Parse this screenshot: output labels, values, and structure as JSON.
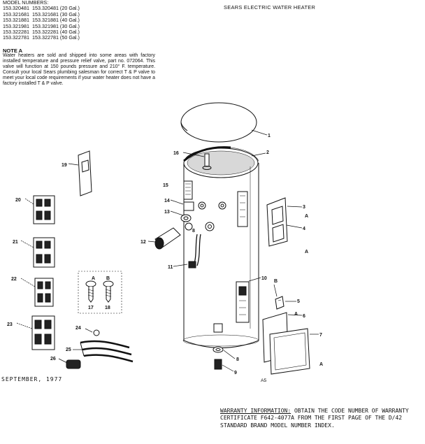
{
  "header": {
    "title": "SEARS ELECTRIC WATER HEATER"
  },
  "models": {
    "heading": "MODEL NUMBERS:",
    "rows": [
      "153.320481  153.320481 (20 Gal.)",
      "153.321681  153.321681 (30 Gal.)",
      "153.321881  153.321881 (40 Gal.)",
      "153.321981  153.321981 (30 Gal.)",
      "153.322281  153.322281 (40 Gal.)",
      "153.322781  153.322781 (50 Gal.)"
    ]
  },
  "note": {
    "title": "NOTE A",
    "body": "Water heaters are sold and shipped into some areas with factory installed temperature and pressure relief valve, part no. 072064. This valve will function at 150 pounds pressure and 210° F. temperature. Consult your local Sears plumbing salesman for correct T & P valve to meet your local code requirements if your water heater does not have a factory installed T & P valve."
  },
  "footer": {
    "date": "SEPTEMBER, 1977",
    "page_code": "A5",
    "warranty_heading": "WARRANTY INFORMATION:",
    "warranty_text": "OBTAIN THE CODE NUMBER OF WARRANTY CERTIFICATE F642-4077A FROM THE FIRST PAGE OF THE D/42 STANDARD BRAND MODEL NUMBER INDEX."
  },
  "diagram": {
    "callouts": {
      "c1": "1",
      "c2": "2",
      "c3": "3",
      "c4": "4",
      "c5": "5",
      "c6": "6",
      "c7": "7",
      "c8a": "8",
      "c8b": "8",
      "c9": "9",
      "c10": "10",
      "c11": "11",
      "c12": "12",
      "c13": "13",
      "c14": "14",
      "c15": "15",
      "c16": "16",
      "c17": "17",
      "c18": "18",
      "c19": "19",
      "c20": "20",
      "c21": "21",
      "c22": "22",
      "c23": "23",
      "c24": "24",
      "c25": "25",
      "c26": "26"
    },
    "ref_marks": {
      "a1": "A",
      "a2": "A",
      "a3": "A",
      "a4": "A",
      "a5": "A",
      "b1": "B",
      "b2": "B"
    }
  }
}
